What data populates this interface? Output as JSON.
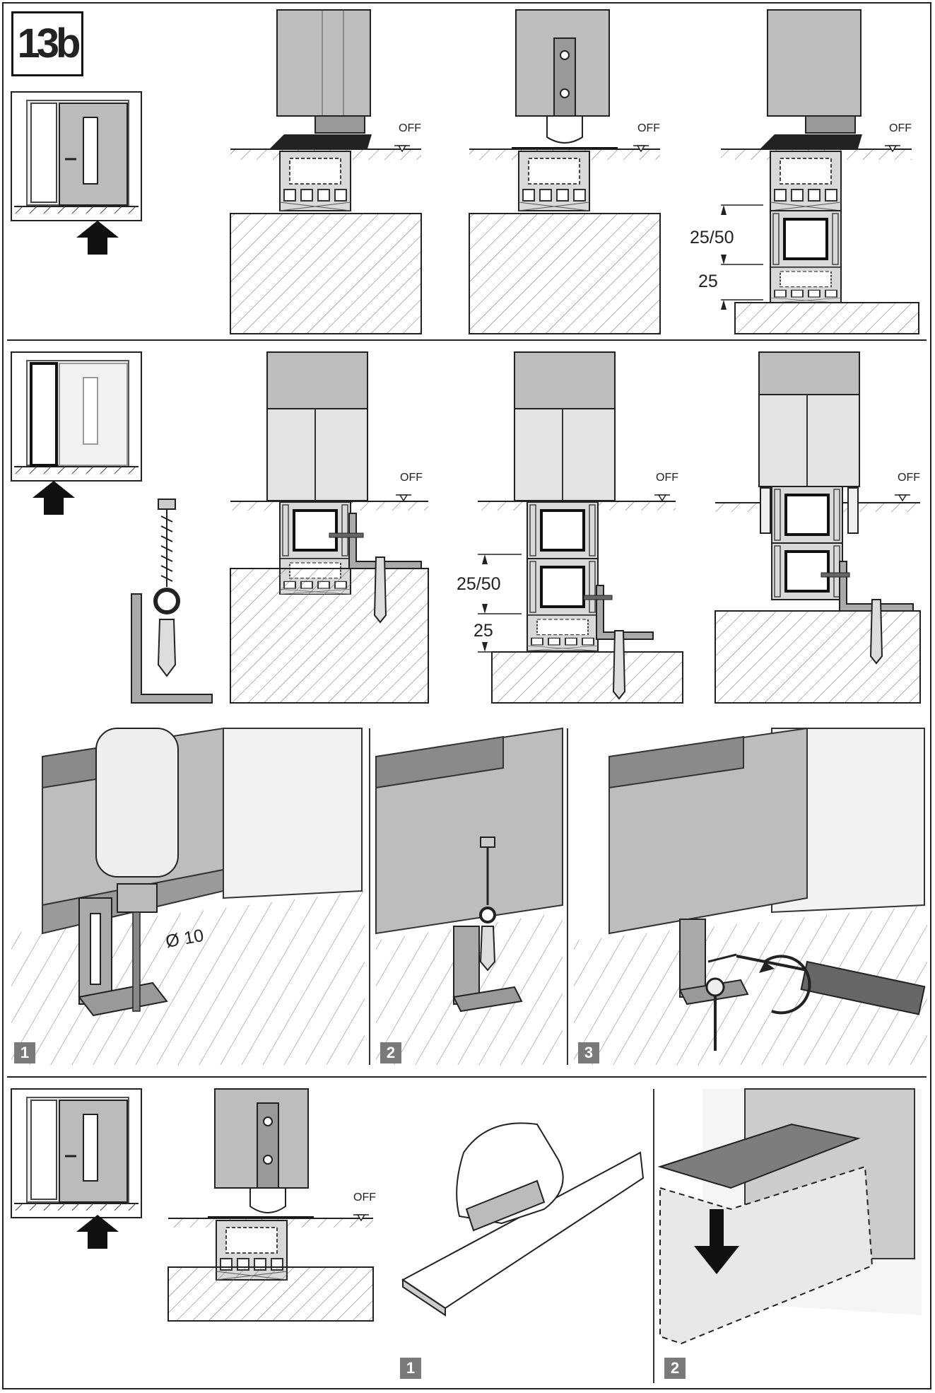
{
  "step_label": "13b",
  "off_label": "OFF",
  "dimensions": {
    "upper": "25/50",
    "lower": "25",
    "drill_diameter": "Ø 10"
  },
  "sub_steps": [
    "1",
    "2",
    "3"
  ],
  "bottom_sub_steps": [
    "1",
    "2"
  ],
  "icons": {
    "door_front_arrow": "up-arrow-icon",
    "fixing_kit": "screw-washer-dowel-angle-icon"
  },
  "colors": {
    "line": "#222222",
    "fill_grey": "#bdbdbd",
    "hatch": "#555555",
    "badge": "#7a7a7a"
  }
}
